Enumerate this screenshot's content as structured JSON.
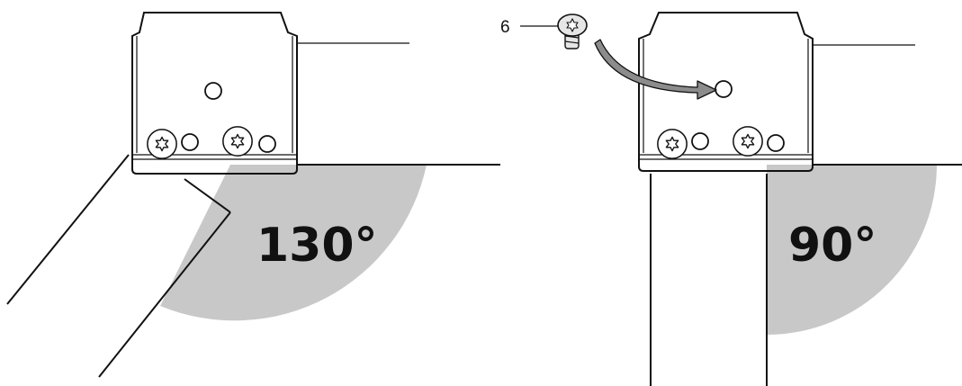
{
  "left_panel": {
    "angle_label": "130°"
  },
  "right_panel": {
    "angle_label": "90°",
    "callout_number": "6"
  },
  "colors": {
    "line": "#111111",
    "angle_fill": "#c8c8c8",
    "arrow_fill": "#8c8c8c",
    "screw_fill": "#e6e6e6"
  },
  "icons": {
    "screw": "torx-screw-icon",
    "arrow": "curved-arrow-icon"
  }
}
